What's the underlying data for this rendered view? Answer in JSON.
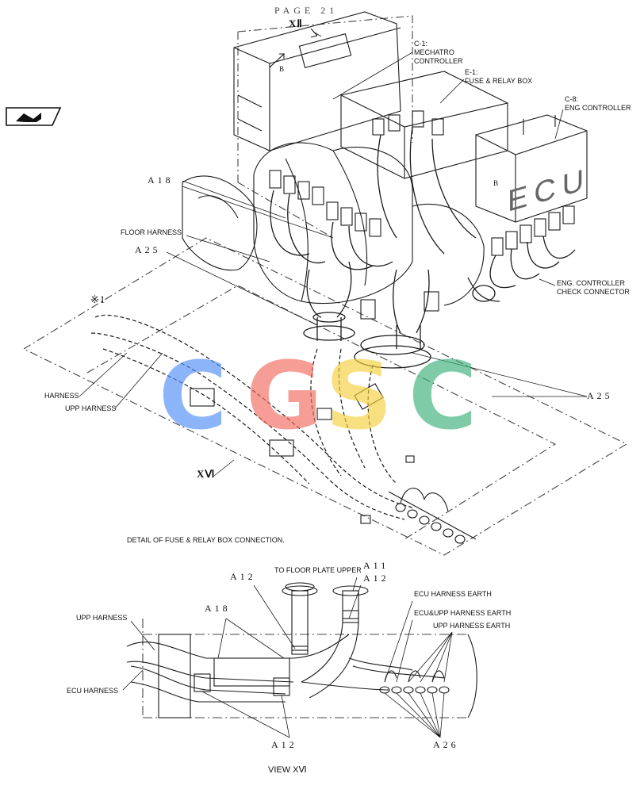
{
  "page_ref": "PAGE 21",
  "nav_arrow_icon": "return-arrow-icon",
  "view_marks": {
    "xii": "XⅡ",
    "xvi": "XⅥ",
    "note1": "※1",
    "b1": "B",
    "b2": "B"
  },
  "callouts": {
    "c1": [
      "C-1:",
      "MECHATRO",
      "CONTROLLER"
    ],
    "e1": [
      "E-1:",
      "FUSE & RELAY BOX"
    ],
    "c8": [
      "C-8:",
      "ENG CONTROLLER"
    ],
    "eng_check": [
      "ENG. CONTROLLER",
      "CHECK CONNECTOR"
    ],
    "floor_harness": "FLOOR HARNESS",
    "harness": "HARNESS",
    "upp_harness_top": "UPP HARNESS",
    "a18_top": "A18",
    "a25_left": "A25",
    "a25_right": "A25",
    "ecu_text": "ECU"
  },
  "detail_title": "DETAIL OF FUSE & RELAY BOX CONNECTION.",
  "detail": {
    "to_floor": "TO FLOOR PLATE UPPER",
    "a11": "A11",
    "a12_top_left": "A12",
    "a12_top_right": "A12",
    "a18": "A18",
    "a12_bottom": "A12",
    "a26": "A26",
    "upp_harness": "UPP HARNESS",
    "ecu_harness": "ECU HARNESS",
    "ecu_harness_earth": "ECU HARNESS EARTH",
    "ecu_upp_earth": "ECU&UPP HARNESS EARTH",
    "upp_harness_earth": "UPP HARNESS EARTH"
  },
  "view_caption": "VIEW XⅥ",
  "watermark": {
    "letters": [
      "C",
      "G",
      "S",
      "C"
    ],
    "colors": [
      "#4f8ff7",
      "#f26b5e",
      "#f5cf3c",
      "#3bb07a"
    ]
  },
  "colors": {
    "line": "#1a1a1a",
    "dash": "#333333"
  }
}
